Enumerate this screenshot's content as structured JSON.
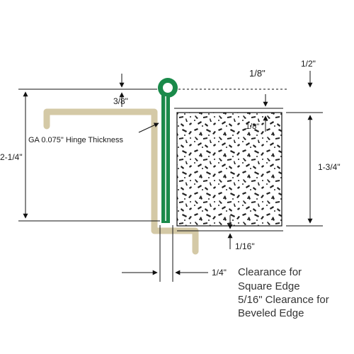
{
  "colors": {
    "frame": "#d4c9a6",
    "hinge": "#1a8a4a",
    "ink": "#111111",
    "texture": "#222222"
  },
  "labels": {
    "dim_half_inch": "1/2\"",
    "dim_eighth_top": "1/8\"",
    "dim_three_eighths": "3/8\"",
    "dim_eighth_inner": "1/8\"",
    "hinge_thickness": "GA 0.075\" Hinge Thickness",
    "dim_two_quarter": "2-1/4\"",
    "dim_one_three_quarter": "1-3/4\"",
    "dim_sixteenth": "1/16\"",
    "dim_quarter": "1/4\""
  },
  "clearance_notes": [
    "Clearance for",
    "Square Edge",
    "5/16\" Clearance for",
    "Beveled Edge"
  ]
}
